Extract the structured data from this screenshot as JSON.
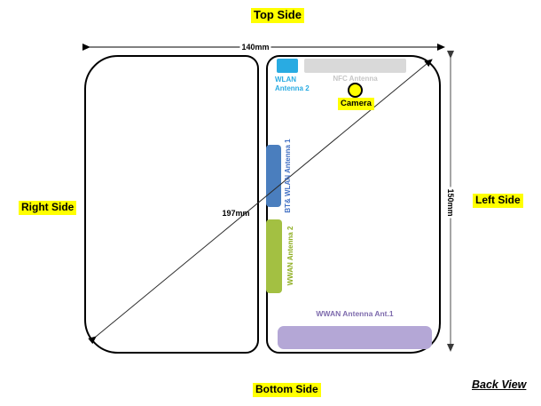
{
  "diagram": {
    "view_label": "Back View",
    "sides": {
      "top": "Top Side",
      "right": "Right Side",
      "left": "Left Side",
      "bottom": "Bottom Side"
    },
    "dimensions": {
      "width": "140mm",
      "height": "150mm",
      "diagonal": "197mm"
    },
    "components": {
      "wlan_antenna_2": {
        "label": "WLAN Antenna 2",
        "fill": "#29ABE2",
        "text_color": "#29ABE2"
      },
      "nfc_antenna": {
        "label": "NFC Antenna",
        "fill": "#D9D9D9",
        "text_color": "#C6C6C6"
      },
      "camera": {
        "label": "Camera",
        "fill": "#FFFF00"
      },
      "bt_wlan_antenna_1": {
        "label": "BT& WLAN Antenna 1",
        "fill": "#4A7EBE",
        "text_color": "#4472C4"
      },
      "wwan_antenna_2": {
        "label": "WWAN Antenna 2",
        "fill": "#A3C042",
        "text_color": "#8FAE22"
      },
      "wwan_antenna_ant1": {
        "label": "WWAN Antenna Ant.1",
        "fill": "#B4A7D6",
        "text_color": "#7E6BAD"
      }
    },
    "colors": {
      "highlight": "#FFFF00",
      "outline": "#000000"
    }
  }
}
